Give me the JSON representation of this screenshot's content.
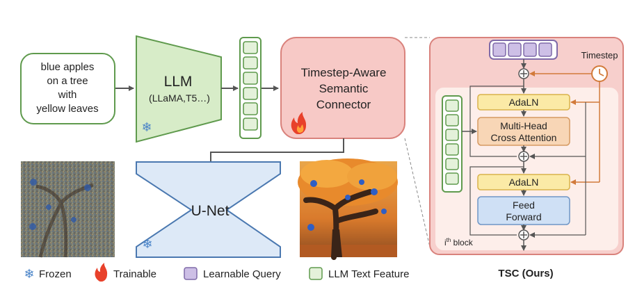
{
  "prompt": {
    "line1": "blue apples",
    "line2": "on a tree",
    "line3": "with",
    "line4": "yellow leaves"
  },
  "llm": {
    "title": "LLM",
    "subtitle": "(LLaMA,T5…)",
    "icon": "snowflake-icon"
  },
  "connector": {
    "line1": "Timestep-Aware",
    "line2": "Semantic",
    "line3": "Connector",
    "icon": "flame-icon"
  },
  "unet": {
    "title": "U-Net",
    "icon": "snowflake-icon"
  },
  "tsc_detail": {
    "timestep_label": "Timestep",
    "adaln_top": "AdaLN",
    "mha_line1": "Multi-Head",
    "mha_line2": "Cross Attention",
    "adaln_bottom": "AdaLN",
    "ff_line1": "Feed",
    "ff_line2": "Forward",
    "block_label_prefix": "i",
    "block_label_sup": "th",
    "block_label_suffix": " block",
    "caption": "TSC (Ours)"
  },
  "legend": {
    "frozen": "Frozen",
    "trainable": "Trainable",
    "learnable_query": "Learnable Query",
    "llm_text_feature": "LLM Text Feature"
  },
  "colors": {
    "green_stroke": "#5f9a4d",
    "green_fill": "#e4f1da",
    "connector_fill": "#f7c9c6",
    "connector_stroke": "#d9827c",
    "unet_fill": "#dde9f7",
    "unet_stroke": "#4a78b0",
    "query_fill": "#cdbfe6",
    "adaln_fill": "#fbeaa6",
    "mha_fill": "#f8d6b6",
    "ff_fill": "#cfe0f5",
    "timestep_stroke": "#d27a3a"
  }
}
